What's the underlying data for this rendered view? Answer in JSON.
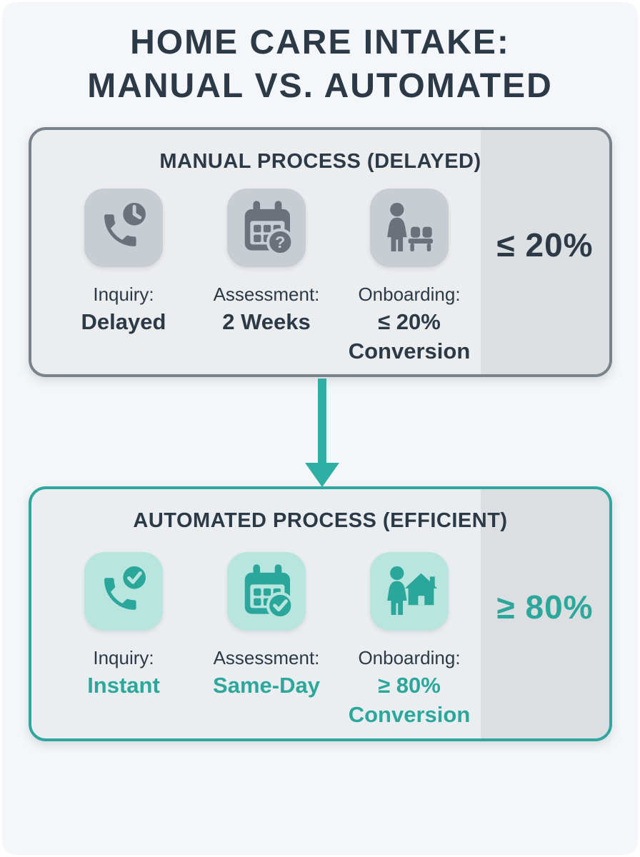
{
  "page": {
    "title_line1": "HOME CARE INTAKE:",
    "title_line2": "MANUAL VS. AUTOMATED"
  },
  "colors": {
    "navy_text": "#2C3A47",
    "teal_text": "#2BA79B",
    "arrow_teal": "#2FAFA4",
    "manual_border": "#7A828B",
    "manual_card_bg": "#ECEDEF",
    "manual_band_bg": "#DDE0E3",
    "manual_tile_bg": "#C8CCD3",
    "manual_icon": "#6A717B",
    "auto_border": "#2EA89E",
    "auto_card_bg": "#EBEEF0",
    "auto_band_bg": "#DCDFE2",
    "auto_tile_bg": "#B9E5DF",
    "auto_icon": "#2AA79A",
    "page_bg": "#F4F6F9"
  },
  "manual": {
    "header": "MANUAL PROCESS (DELAYED)",
    "big_stat": "≤ 20%",
    "steps": [
      {
        "icon": "phone-clock-icon",
        "label": "Inquiry:",
        "value": "Delayed",
        "value2": ""
      },
      {
        "icon": "calendar-question-icon",
        "label": "Assessment:",
        "value": "2 Weeks",
        "value2": ""
      },
      {
        "icon": "person-waiting-bench-icon",
        "label": "Onboarding:",
        "value": "≤ 20%",
        "value2": "Conversion"
      }
    ]
  },
  "automated": {
    "header": "AUTOMATED PROCESS (EFFICIENT)",
    "big_stat": "≥ 80%",
    "steps": [
      {
        "icon": "phone-check-icon",
        "label": "Inquiry:",
        "value": "Instant",
        "value2": ""
      },
      {
        "icon": "calendar-check-icon",
        "label": "Assessment:",
        "value": "Same-Day",
        "value2": ""
      },
      {
        "icon": "person-house-icon",
        "label": "Onboarding:",
        "value": "≥ 80%",
        "value2": "Conversion"
      }
    ]
  }
}
